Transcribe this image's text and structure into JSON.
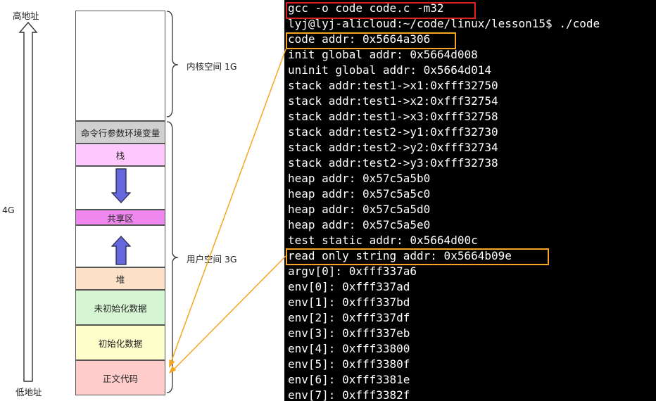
{
  "diagram": {
    "high_address_label": "高地址",
    "low_address_label": "低地址",
    "total_size_label": "4G",
    "kernel_space_label": "内核空间 1G",
    "user_space_label": "用户空间 3G",
    "segments": {
      "kernel": "",
      "args_env": "命令行参数环境变量",
      "stack": "栈",
      "shared": "共享区",
      "heap": "堆",
      "bss": "未初始化数据",
      "data": "初始化数据",
      "text": "正文代码"
    },
    "colors": {
      "args_env": "#d0d0d0",
      "stack": "#ffc8ff",
      "shared": "#ee88ee",
      "heap": "#fde0c8",
      "bss": "#d6f5d2",
      "data": "#ffffcc",
      "text": "#ffcccc",
      "arrow_fill": "#6666dd",
      "connector": "#f5a623",
      "command_box": "#e02020"
    }
  },
  "terminal": {
    "lines": [
      "gcc -o code code.c -m32",
      "lyj@lyj-alicloud:~/code/linux/lesson15$ ./code",
      "code addr: 0x5664a306",
      "init global addr: 0x5664d008",
      "uninit global addr: 0x5664d014",
      "stack addr:test1->x1:0xfff32750",
      "stack addr:test1->x2:0xfff32754",
      "stack addr:test1->x3:0xfff32758",
      "stack addr:test2->y1:0xfff32730",
      "stack addr:test2->y2:0xfff32734",
      "stack addr:test2->y3:0xfff32738",
      "heap addr: 0x57c5a5b0",
      "heap addr: 0x57c5a5c0",
      "heap addr: 0x57c5a5d0",
      "heap addr: 0x57c5a5e0",
      "test static addr: 0x5664d00c",
      "read only string addr: 0x5664b09e",
      "argv[0]: 0xfff337a6",
      "env[0]: 0xfff337ad",
      "env[1]: 0xfff337bd",
      "env[2]: 0xfff337df",
      "env[3]: 0xfff337eb",
      "env[4]: 0xfff33800",
      "env[5]: 0xfff3380f",
      "env[6]: 0xfff3381e",
      "env[7]: 0xfff3382f"
    ]
  }
}
